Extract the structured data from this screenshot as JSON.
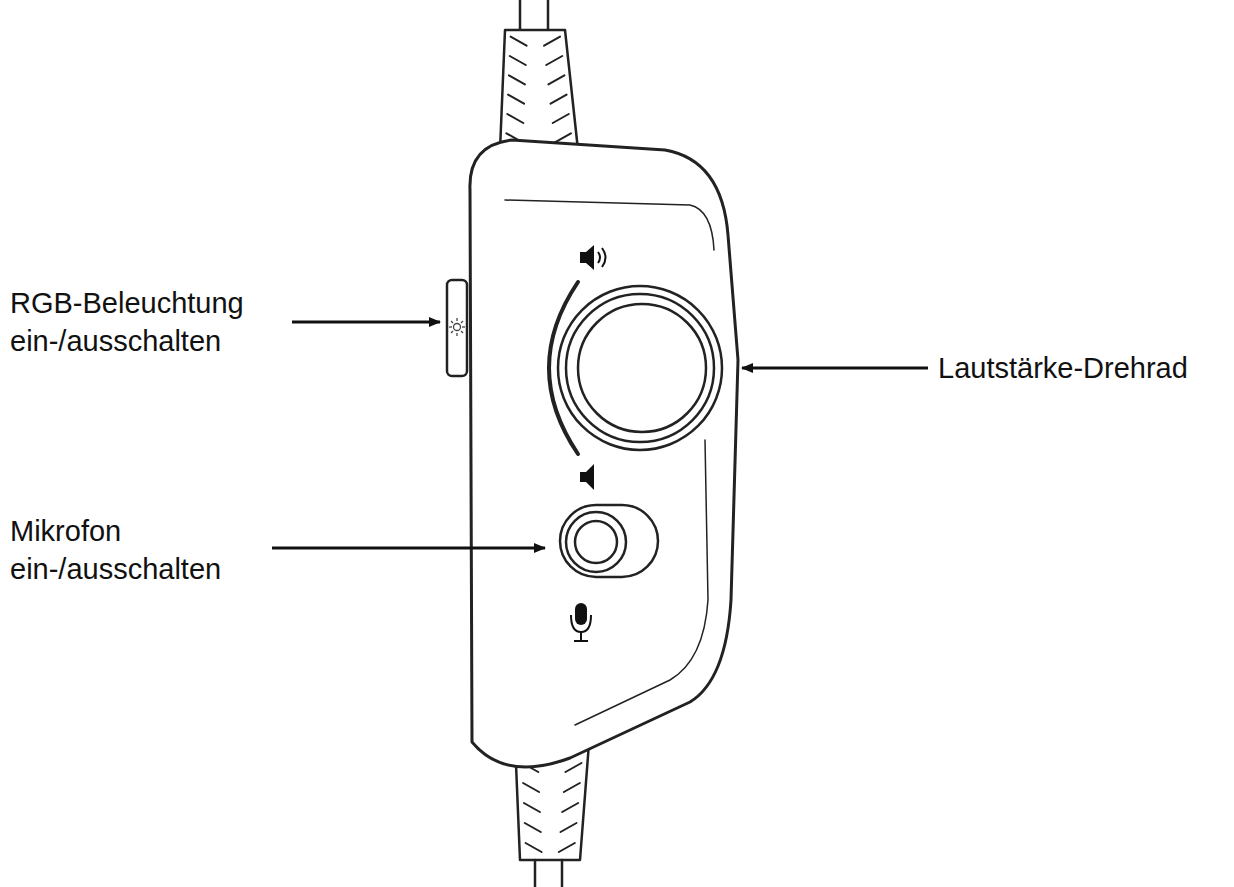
{
  "diagram": {
    "labels": [
      "RGB-Beleuchtung ein-/ausschalten",
      "Lautstärke-Drehrad",
      "Mikrofon ein-/ausschalten"
    ]
  }
}
